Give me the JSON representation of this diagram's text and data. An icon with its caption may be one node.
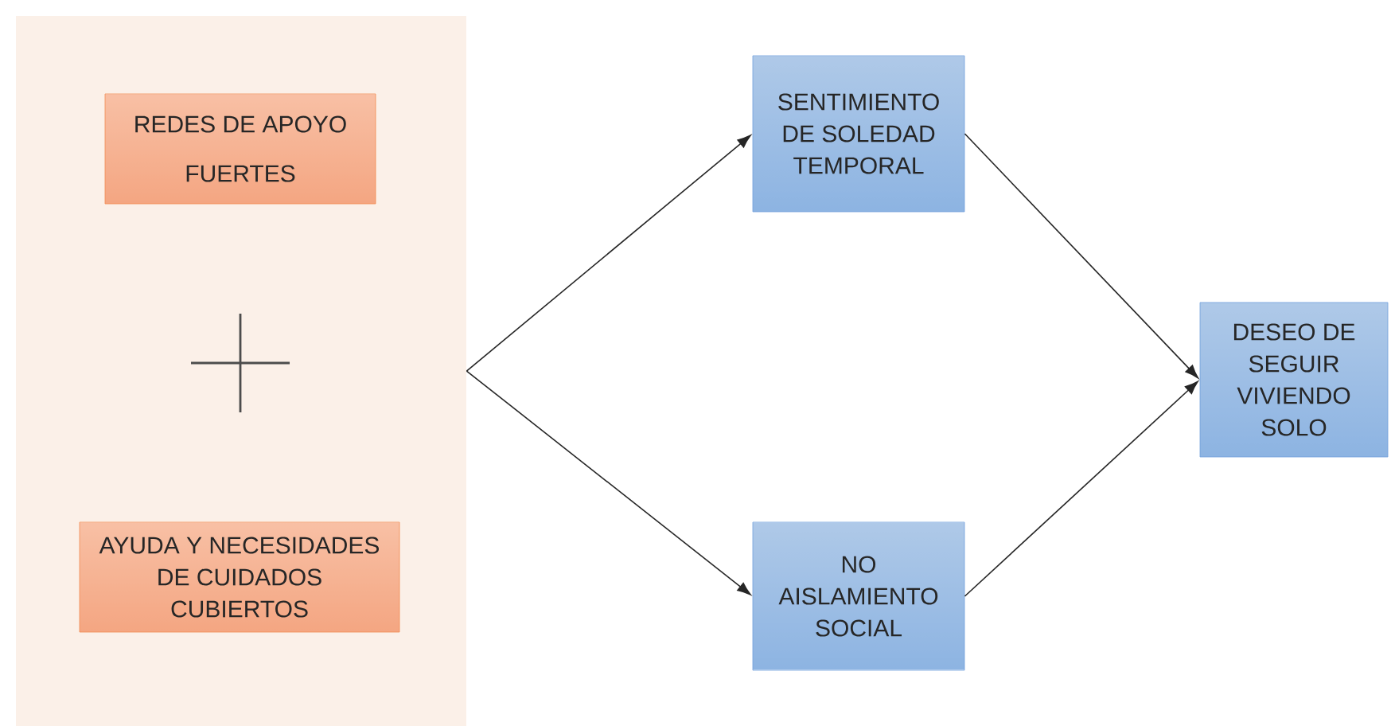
{
  "diagram": {
    "nodes": [
      {
        "text": [],
        "shape": "box"
      },
      {
        "text": [
          "REDES DE APOYO FUERTES"
        ],
        "in": 0
      },
      {
        "text": [
          "AYUDA Y NECESIDADES DE CUIDADOS CUBIERTOS"
        ],
        "in": 0
      },
      {
        "text": [
          "SENTIMIENTO DE SOLEDAD TEMPORAL"
        ]
      },
      {
        "text": [
          "NO AISLAMIENTO SOCIAL"
        ]
      },
      {
        "text": [
          "DESEO DE SEGUIR VIVIENDO SOLO"
        ]
      }
    ],
    "edges": [
      {
        "from": 0,
        "to": 3,
        "arrow": "to"
      },
      {
        "from": 0,
        "to": 4,
        "arrow": "to"
      },
      {
        "from": 3,
        "to": 5,
        "arrow": "to"
      },
      {
        "from": 4,
        "to": 5,
        "arrow": "to"
      }
    ]
  }
}
